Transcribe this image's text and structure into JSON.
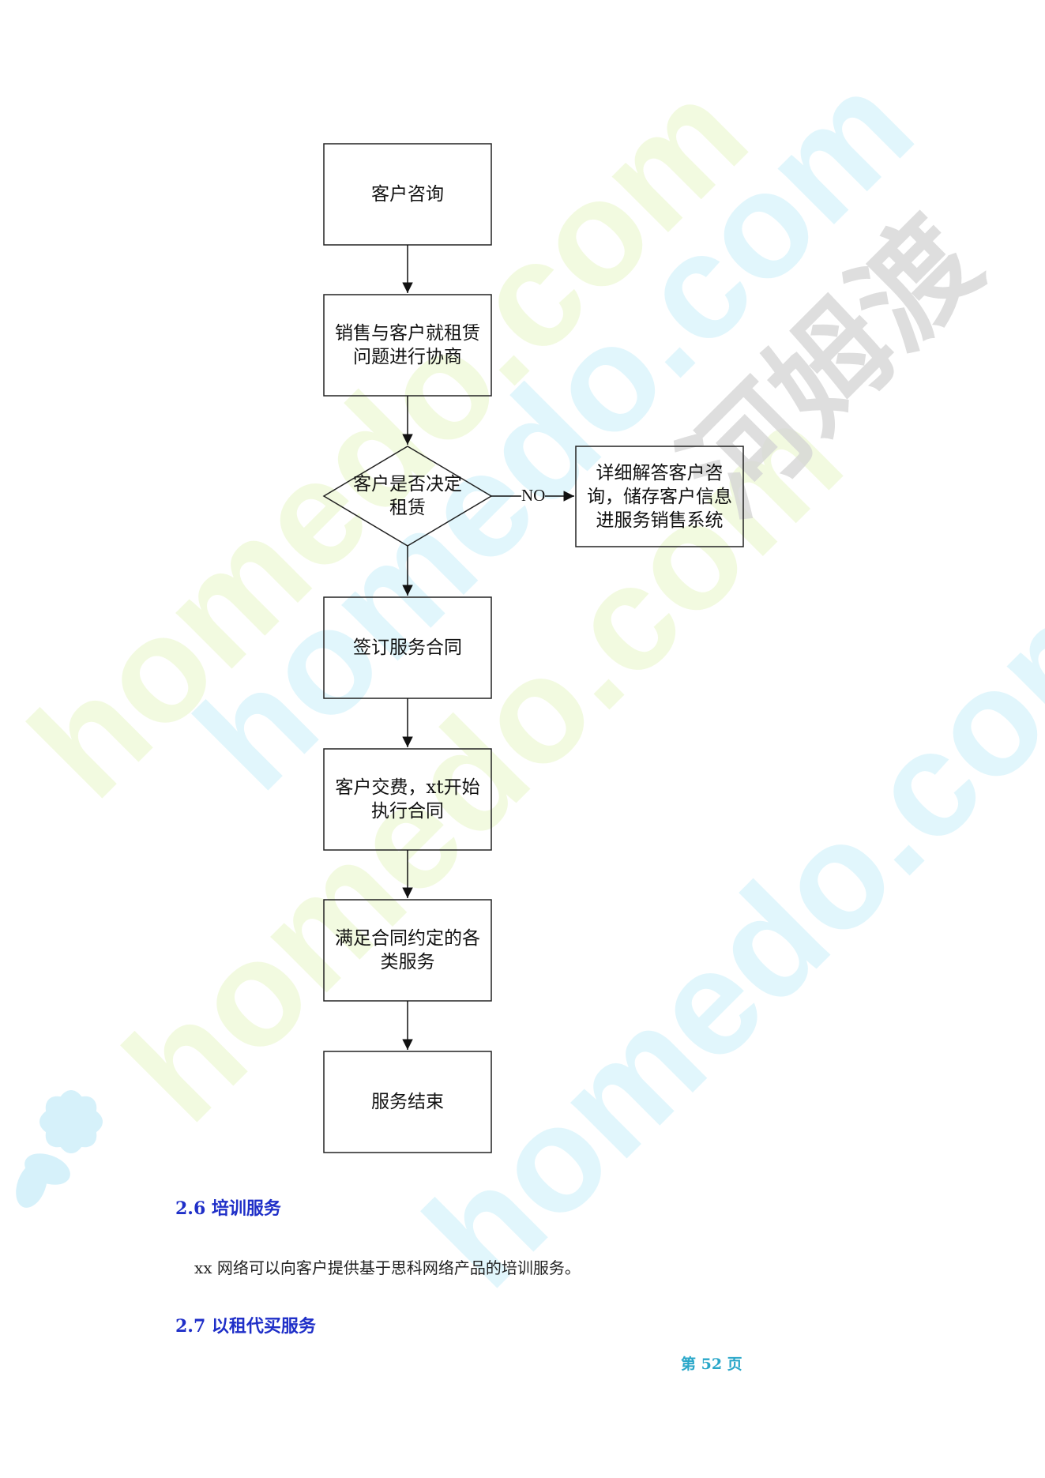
{
  "watermark": {
    "text_en": "homedo.com",
    "text_cn": "河姆渡"
  },
  "flowchart": {
    "nodes": {
      "consult": "客户咨询",
      "negotiate_l1": "销售与客户就租赁",
      "negotiate_l2": "问题进行协商",
      "decision_l1": "客户是否决定",
      "decision_l2": "租赁",
      "explain_l1": "详细解答客户咨",
      "explain_l2": "询，储存客户信息",
      "explain_l3": "进服务销售系统",
      "sign": "签订服务合同",
      "pay_l1": "客户交费，xt开始",
      "pay_l2": "执行合同",
      "serve_l1": "满足合同约定的各",
      "serve_l2": "类服务",
      "end": "服务结束"
    },
    "edge_no_label": "NO"
  },
  "section_2_6": {
    "heading": "2.6 培训服务",
    "body": "xx 网络可以向客户提供基于思科网络产品的培训服务。"
  },
  "section_2_7": {
    "heading": "2.7 以租代买服务"
  },
  "footer": {
    "page": "第 52 页"
  }
}
